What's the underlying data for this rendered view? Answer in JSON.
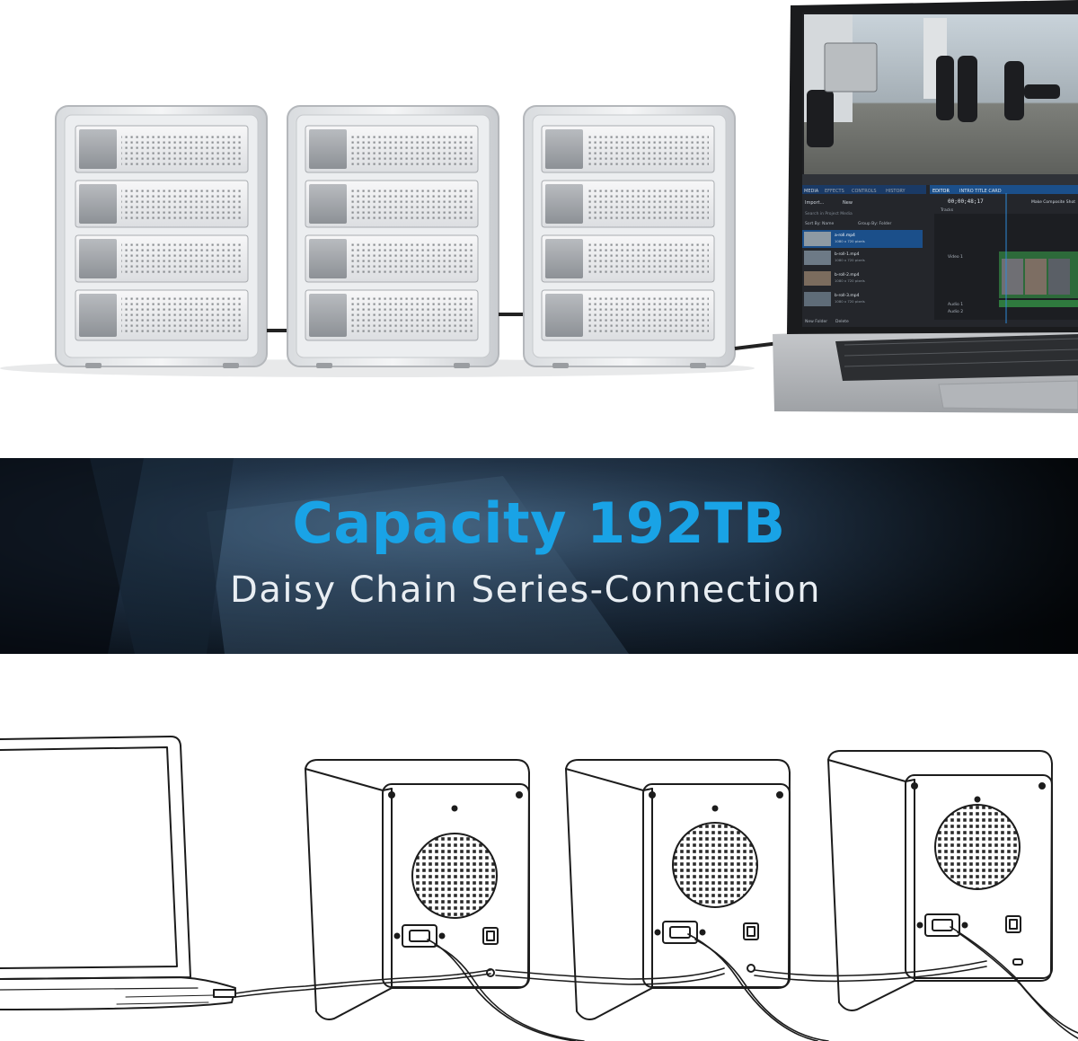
{
  "banner": {
    "title": "Capacity 192TB",
    "subtitle": "Daisy Chain Series-Connection",
    "accent_color": "#19a3e6",
    "subtitle_color": "#e9eef3",
    "background_color": "#0f1a26"
  },
  "laptop_screen": {
    "app_tabs": [
      "MEDIA",
      "EFFECTS",
      "CONTROLS",
      "HISTORY"
    ],
    "editor_tabs": [
      "EDITOR",
      "INTRO TITLE CARD"
    ],
    "timecode": "00;00;48;17",
    "import_button": "Import...",
    "new_button": "New",
    "search_placeholder": "Search in Project Media",
    "sort_label": "Sort By: Name",
    "group_label": "Group By: Folder",
    "composite_button": "Make Composite Shot",
    "tracks_label": "Tracks",
    "track_labels": [
      "Video 1",
      "Audio 1",
      "Audio 2"
    ],
    "media_items": [
      {
        "name": "a-roll.mp4",
        "meta": "1080 x 720 pixels"
      },
      {
        "name": "b-roll-1.mp4",
        "meta": "1080 x 720 pixels"
      },
      {
        "name": "b-roll-2.mp4",
        "meta": "1080 x 720 pixels"
      },
      {
        "name": "b-roll-3.mp4",
        "meta": "1080 x 720 pixels"
      }
    ],
    "footer_new_folder": "New Folder",
    "footer_delete": "Delete"
  },
  "scene": {
    "enclosure_count": 3,
    "bays_per_enclosure": 4
  }
}
